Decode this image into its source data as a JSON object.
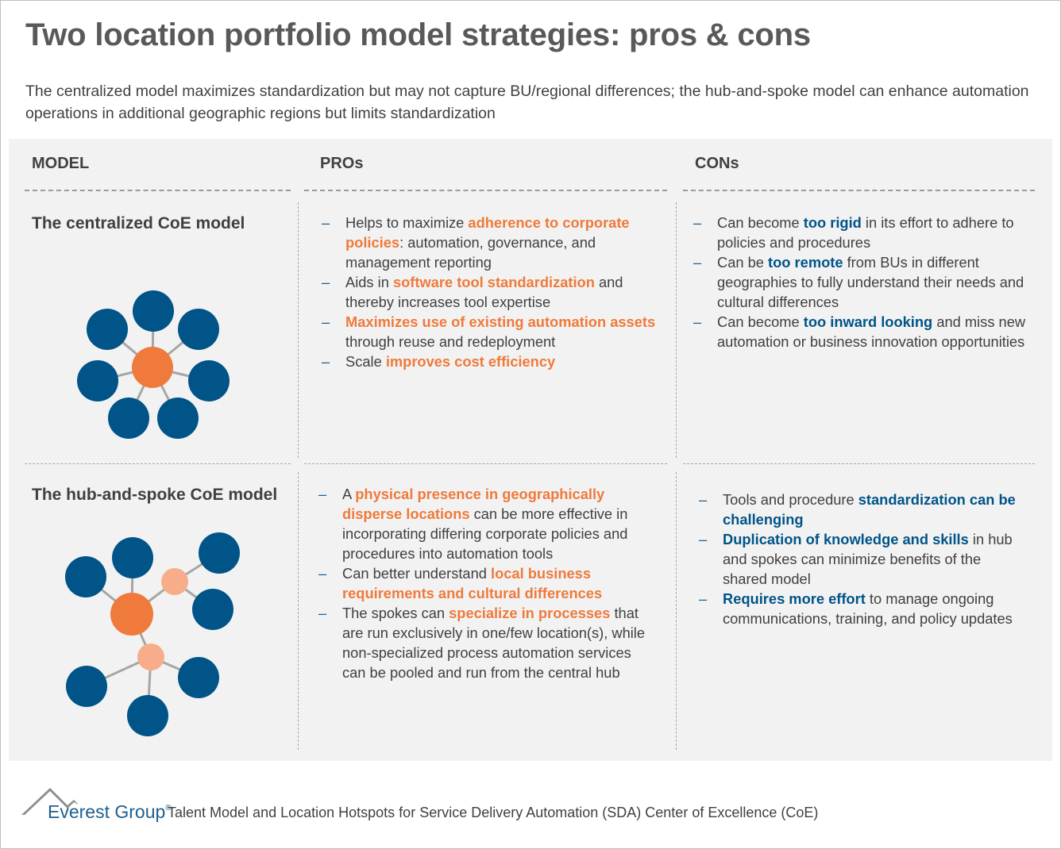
{
  "title": "Two location portfolio model strategies: pros & cons",
  "subtitle": "The centralized model maximizes standardization but may not capture BU/regional differences; the hub-and-spoke model can enhance automation operations in additional geographic regions but limits standardization",
  "headers": {
    "model": "MODEL",
    "pros": "PROs",
    "cons": "CONs"
  },
  "colors": {
    "blue_node": "#005488",
    "orange_hub": "#ef7a3b",
    "light_orange": "#f7ad8a",
    "pro_highlight": "#ef7a3b",
    "con_highlight": "#005488",
    "panel_bg": "#f2f2f2"
  },
  "rows": [
    {
      "title": "The centralized CoE model",
      "diagram_icon": "centralized-network-diagram",
      "pros": [
        {
          "parts": [
            {
              "t": "Helps to maximize "
            },
            {
              "t": "adherence to corporate policies",
              "hl": true
            },
            {
              "t": ": automation, governance, and management reporting"
            }
          ]
        },
        {
          "parts": [
            {
              "t": "Aids in "
            },
            {
              "t": "software tool standardization",
              "hl": true
            },
            {
              "t": " and thereby increases tool expertise"
            }
          ]
        },
        {
          "parts": [
            {
              "t": "Maximizes use of existing automation assets",
              "hl": true
            },
            {
              "t": " through reuse and redeployment"
            }
          ]
        },
        {
          "parts": [
            {
              "t": "Scale "
            },
            {
              "t": "improves cost efficiency",
              "hl": true
            }
          ]
        }
      ],
      "cons": [
        {
          "parts": [
            {
              "t": "Can become "
            },
            {
              "t": "too rigid",
              "hl": true
            },
            {
              "t": " in its effort to adhere to policies and procedures"
            }
          ]
        },
        {
          "parts": [
            {
              "t": "Can be "
            },
            {
              "t": "too remote",
              "hl": true
            },
            {
              "t": " from BUs in different geographies to fully understand their needs and cultural differences"
            }
          ]
        },
        {
          "parts": [
            {
              "t": "Can become "
            },
            {
              "t": "too inward looking",
              "hl": true
            },
            {
              "t": " and miss new automation or business innovation opportunities"
            }
          ]
        }
      ]
    },
    {
      "title": "The hub-and-spoke CoE model",
      "diagram_icon": "hub-and-spoke-network-diagram",
      "pros": [
        {
          "parts": [
            {
              "t": "A "
            },
            {
              "t": "physical presence in geographically disperse locations",
              "hl": true
            },
            {
              "t": " can be more effective in incorporating differing corporate policies and procedures into automation tools"
            }
          ]
        },
        {
          "parts": [
            {
              "t": "Can better understand "
            },
            {
              "t": "local business requirements and cultural differences",
              "hl": true
            }
          ]
        },
        {
          "parts": [
            {
              "t": "The spokes can "
            },
            {
              "t": "specialize in processes",
              "hl": true
            },
            {
              "t": " that are run exclusively in one/few location(s), while non-specialized process automation services can be pooled and run from the central hub"
            }
          ]
        }
      ],
      "cons": [
        {
          "parts": [
            {
              "t": "Tools and procedure "
            },
            {
              "t": "standardization can be challenging",
              "hl": true
            }
          ]
        },
        {
          "parts": [
            {
              "t": "Duplication of knowledge and skills",
              "hl": true
            },
            {
              "t": " in hub and spokes can minimize benefits of the shared model"
            }
          ]
        },
        {
          "parts": [
            {
              "t": "Requires more effort",
              "hl": true
            },
            {
              "t": " to manage ongoing communications, training, and policy updates"
            }
          ]
        }
      ]
    }
  ],
  "footer": {
    "brand": "Everest Group",
    "brand_mark": "®",
    "logo_icon": "everest-mountain-logo",
    "text": "Talent Model and Location Hotspots for Service Delivery Automation (SDA) Center of Excellence (CoE)"
  }
}
